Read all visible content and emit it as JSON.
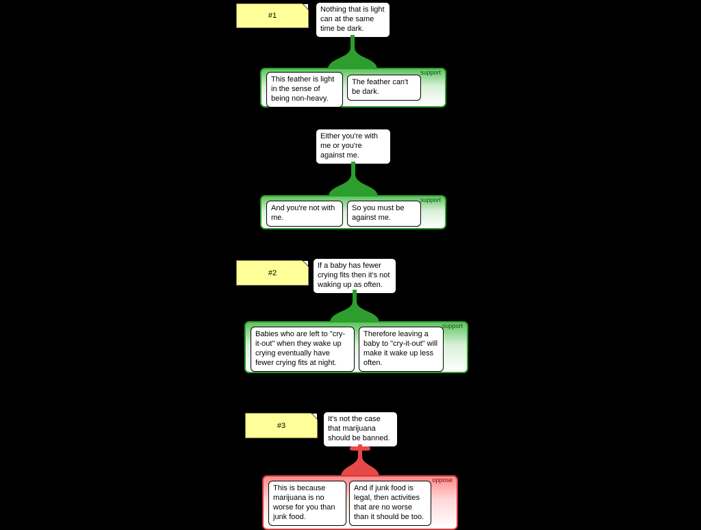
{
  "app": {
    "view": "argument map canvas"
  },
  "labels": {
    "support": "support",
    "oppose": "oppose"
  },
  "colors": {
    "background": "#000000",
    "note_bg": "#ffff99",
    "support_green": "#2d9e2d",
    "oppose_red": "#cc3d3d",
    "box_bg": "#ffffff"
  },
  "groups": [
    {
      "note": "#1",
      "claim": "Nothing that is light can at the same time be dark.",
      "relation": "support",
      "relation_label": "support",
      "premises": [
        "This feather is light in the sense of being non-heavy.",
        "The feather can't be dark."
      ]
    },
    {
      "claim": "Either you're with me or you're against me.",
      "relation": "support",
      "relation_label": "support",
      "premises": [
        "And you're not with me.",
        "So you must be against me."
      ]
    },
    {
      "note": "#2",
      "claim": "If a baby has fewer crying fits then it's not waking up as often.",
      "relation": "support",
      "relation_label": "support",
      "premises": [
        "Babies who are left to \"cry-it-out\" when they wake up crying eventually have fewer crying fits at night.",
        "Therefore leaving a baby to \"cry-it-out\" will make it wake up less often."
      ]
    },
    {
      "note": "#3",
      "claim": "It's not the case that marijuana should be banned.",
      "relation": "oppose",
      "relation_label": "oppose",
      "premises": [
        "This is because marijuana is no worse for you than junk food.",
        "And if junk food is legal, then activities that are no worse than it should be too."
      ]
    }
  ]
}
